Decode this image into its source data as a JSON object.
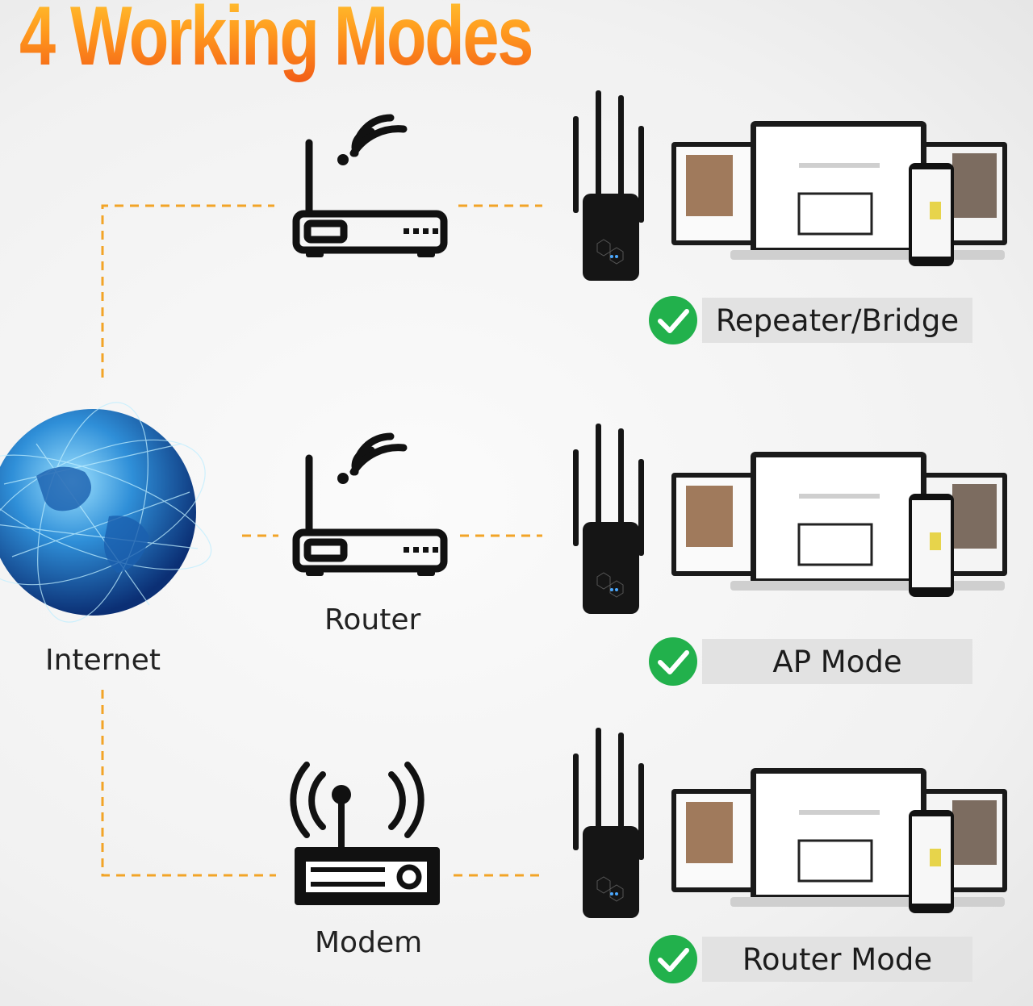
{
  "title": "4 Working Modes",
  "nodes": {
    "internet_label": "Internet",
    "router_label": "Router",
    "modem_label": "Modem"
  },
  "modes": [
    {
      "label": "Repeater/Bridge"
    },
    {
      "label": "AP Mode"
    },
    {
      "label": "Router Mode"
    }
  ],
  "colors": {
    "connector": "#f2a427",
    "check": "#22b14c",
    "title_top": "#ffc933",
    "title_bottom": "#f25a16"
  },
  "icons": [
    "globe-icon",
    "wifi-router-icon",
    "wifi-router-icon",
    "modem-icon",
    "extender-icon",
    "laptop-tablet-phone-icon",
    "check-icon"
  ]
}
